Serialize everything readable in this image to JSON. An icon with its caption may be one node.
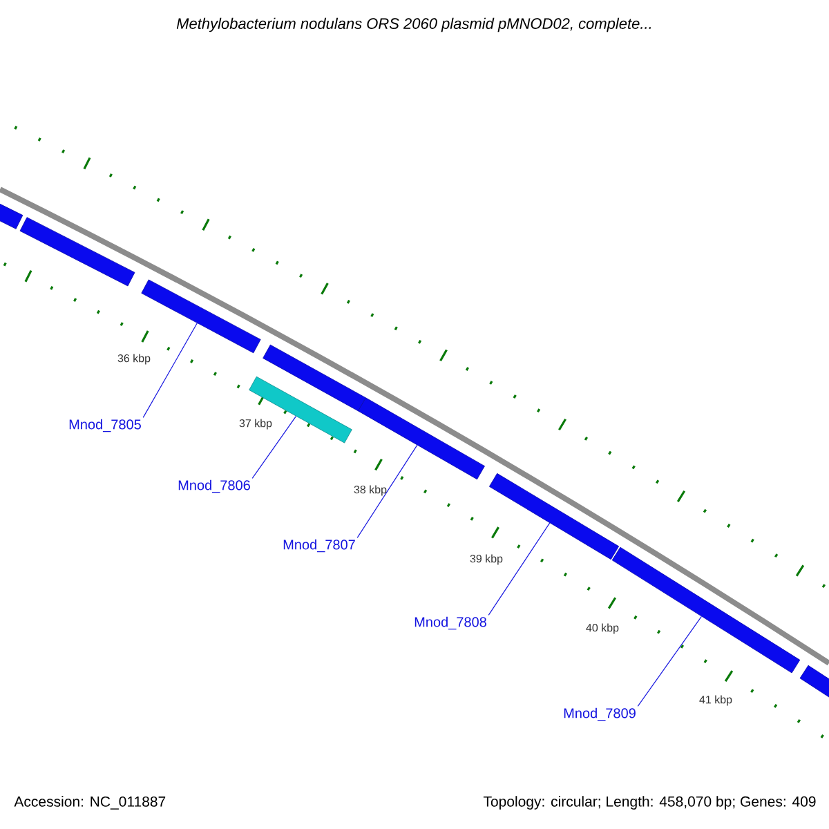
{
  "diagram": {
    "title": "Methylobacterium nodulans ORS 2060 plasmid pMNOD02, complete...",
    "nodes": [
      {
        "text": [],
        "shape": "bar"
      },
      {
        "text": [],
        "shape": "bar"
      },
      {
        "text": [],
        "shape": "bar"
      },
      {
        "text": [],
        "shape": "bar"
      },
      {
        "text": [],
        "shape": "bar"
      },
      {
        "text": [],
        "shape": "bar"
      },
      {
        "text": [],
        "shape": "bar"
      },
      {
        "text": [],
        "shape": "bar"
      },
      {
        "text": [],
        "shape": "bar"
      },
      {
        "text": [
          "Mnod_7805"
        ]
      },
      {
        "text": [
          "Mnod_7806"
        ]
      },
      {
        "text": [
          "Mnod_7807"
        ]
      },
      {
        "text": [
          "Mnod_7808"
        ]
      },
      {
        "text": [
          "Mnod_7809"
        ]
      }
    ],
    "edges": [
      {
        "from": 9,
        "to": 2,
        "arrow": "none"
      },
      {
        "from": 10,
        "to": 3,
        "arrow": "none"
      },
      {
        "from": 11,
        "to": 5,
        "arrow": "none"
      },
      {
        "from": 12,
        "to": 6,
        "arrow": "none"
      },
      {
        "from": 13,
        "to": 7,
        "arrow": "none"
      }
    ],
    "labels": [
      "36 kbp",
      "37 kbp",
      "38 kbp",
      "39 kbp",
      "40 kbp",
      "41 kbp",
      "Accession: NC_011887",
      "Topology: circular; Length: 458,070 bp; Genes: 409"
    ]
  }
}
